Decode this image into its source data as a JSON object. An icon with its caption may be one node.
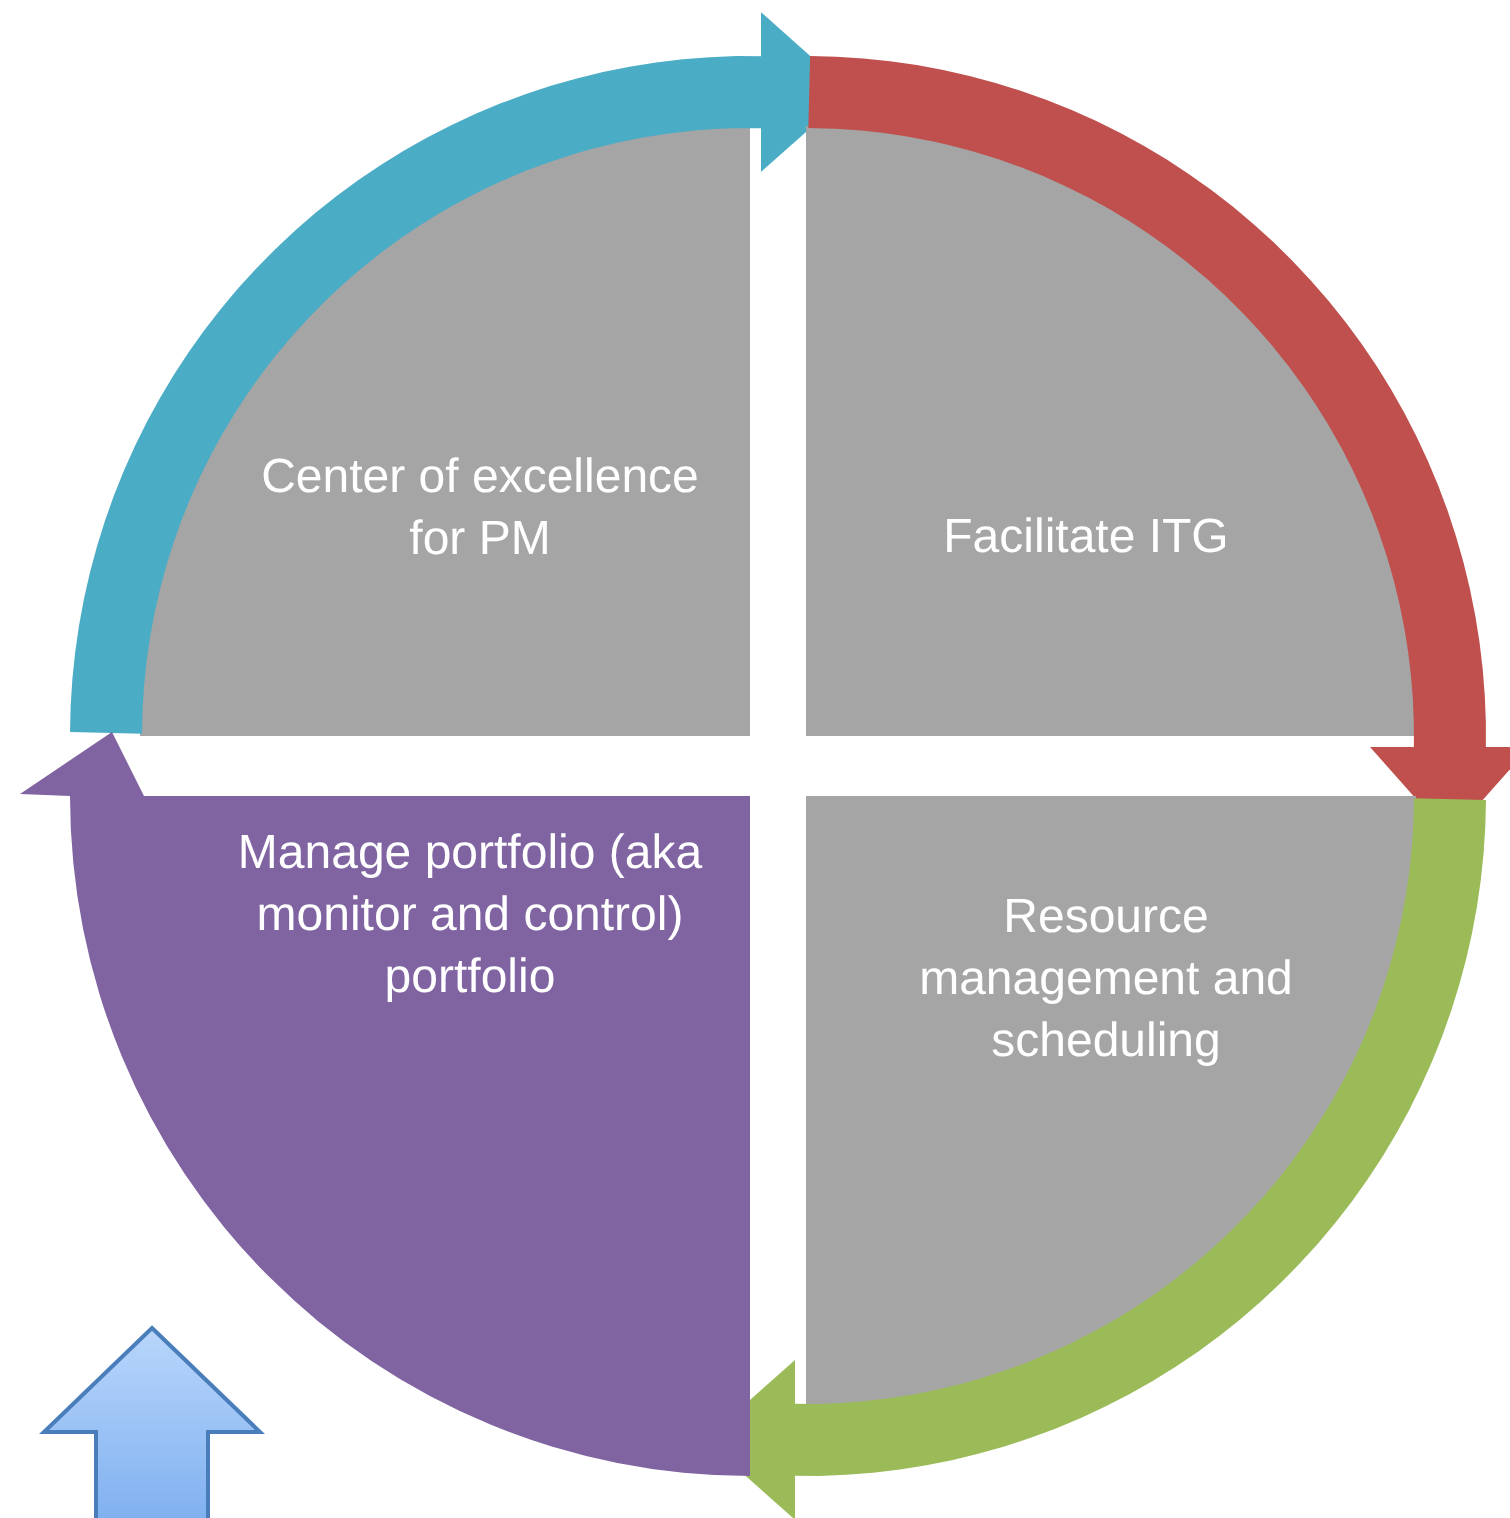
{
  "diagram": {
    "nodes": [
      {
        "text": [
          "Center of excellence for PM"
        ]
      },
      {
        "text": [
          "Facilitate ITG"
        ]
      },
      {
        "text": [
          "Resource management and scheduling"
        ]
      },
      {
        "text": [
          "Manage portfolio (aka monitor and control) portfolio"
        ]
      }
    ]
  }
}
